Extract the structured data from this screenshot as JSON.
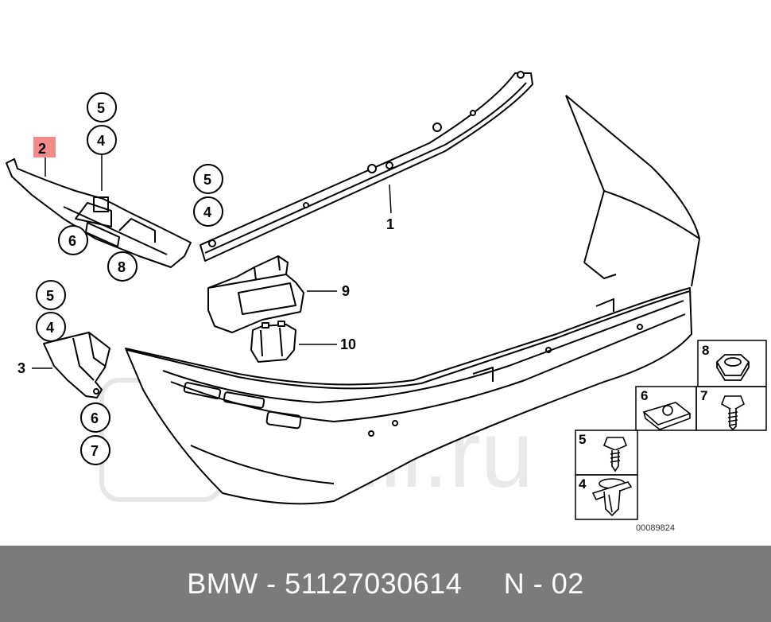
{
  "watermark": "Rulli.ru",
  "callouts": {
    "c1": "1",
    "c2": "2",
    "c3": "3",
    "c9": "9",
    "c10": "10",
    "upper_left_5": "5",
    "upper_left_4": "4",
    "upper_left_6": "6",
    "upper_left_8": "8",
    "middle_5": "5",
    "middle_4": "4",
    "lower_left_5": "5",
    "lower_left_4": "4",
    "lower_left_6": "6",
    "lower_left_7": "7"
  },
  "parts_boxes": {
    "box_8": "8",
    "box_6": "6",
    "box_7": "7",
    "box_5": "5",
    "box_4": "4"
  },
  "diagram_code": "00089824",
  "footer": {
    "brand": "BMW",
    "separator": " - ",
    "part_number": "51127030614",
    "gap": "     ",
    "section": "N - 02"
  },
  "colors": {
    "highlight": "#f28a8a",
    "footer_bg": "#7b7b7b",
    "line": "#000000"
  }
}
